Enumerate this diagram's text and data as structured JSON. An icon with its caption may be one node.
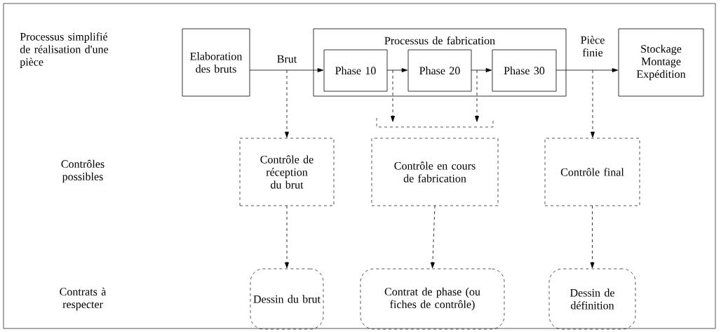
{
  "diagram": {
    "nodes": [
      {
        "text": [
          "Elaboration des bruts"
        ]
      },
      {
        "text": [
          "Processus de fabrication"
        ]
      },
      {
        "text": [
          "Phase 10"
        ],
        "in": 1
      },
      {
        "text": [
          "Phase 20"
        ],
        "in": 1
      },
      {
        "text": [
          "Phase 30"
        ],
        "in": 1
      },
      {
        "text": [
          "Stockage Montage Expédition"
        ]
      },
      {
        "text": [],
        "shape": "bracket"
      },
      {
        "text": [
          "Contrôle de réception du brut"
        ]
      },
      {
        "text": [
          "Contrôle en cours de fabrication"
        ]
      },
      {
        "text": [
          "Contrôle final"
        ]
      },
      {
        "text": [
          "Dessin du brut"
        ]
      },
      {
        "text": [
          "Contrat de phase (ou fiches de contrôle)"
        ]
      },
      {
        "text": [
          "Dessin de définition"
        ]
      }
    ],
    "edges": [
      {
        "from": 0,
        "to": 2,
        "arrow": "to",
        "label": "Brut"
      },
      {
        "from": 2,
        "to": 3,
        "arrow": "to"
      },
      {
        "from": 3,
        "to": 4,
        "arrow": "to"
      },
      {
        "from": 4,
        "to": 5,
        "arrow": "to",
        "label": "Pièce finie"
      },
      {
        "from": null,
        "to": 7,
        "arrow": "to",
        "style": "dashed"
      },
      {
        "from": 2,
        "to": 6,
        "arrow": "to",
        "style": "dashed"
      },
      {
        "from": 3,
        "to": 6,
        "arrow": "to",
        "style": "dashed"
      },
      {
        "from": null,
        "to": 9,
        "arrow": "to",
        "style": "dashed"
      },
      {
        "from": 7,
        "to": 10,
        "arrow": "to",
        "style": "dashed"
      },
      {
        "from": 8,
        "to": 11,
        "arrow": "to",
        "style": "dashed"
      },
      {
        "from": 9,
        "to": 12,
        "arrow": "to",
        "style": "dashed"
      }
    ],
    "labels": [
      "Processus simplifié de réalisation d'une pièce",
      "Contrôles possibles",
      "Contrats à respecter"
    ]
  }
}
